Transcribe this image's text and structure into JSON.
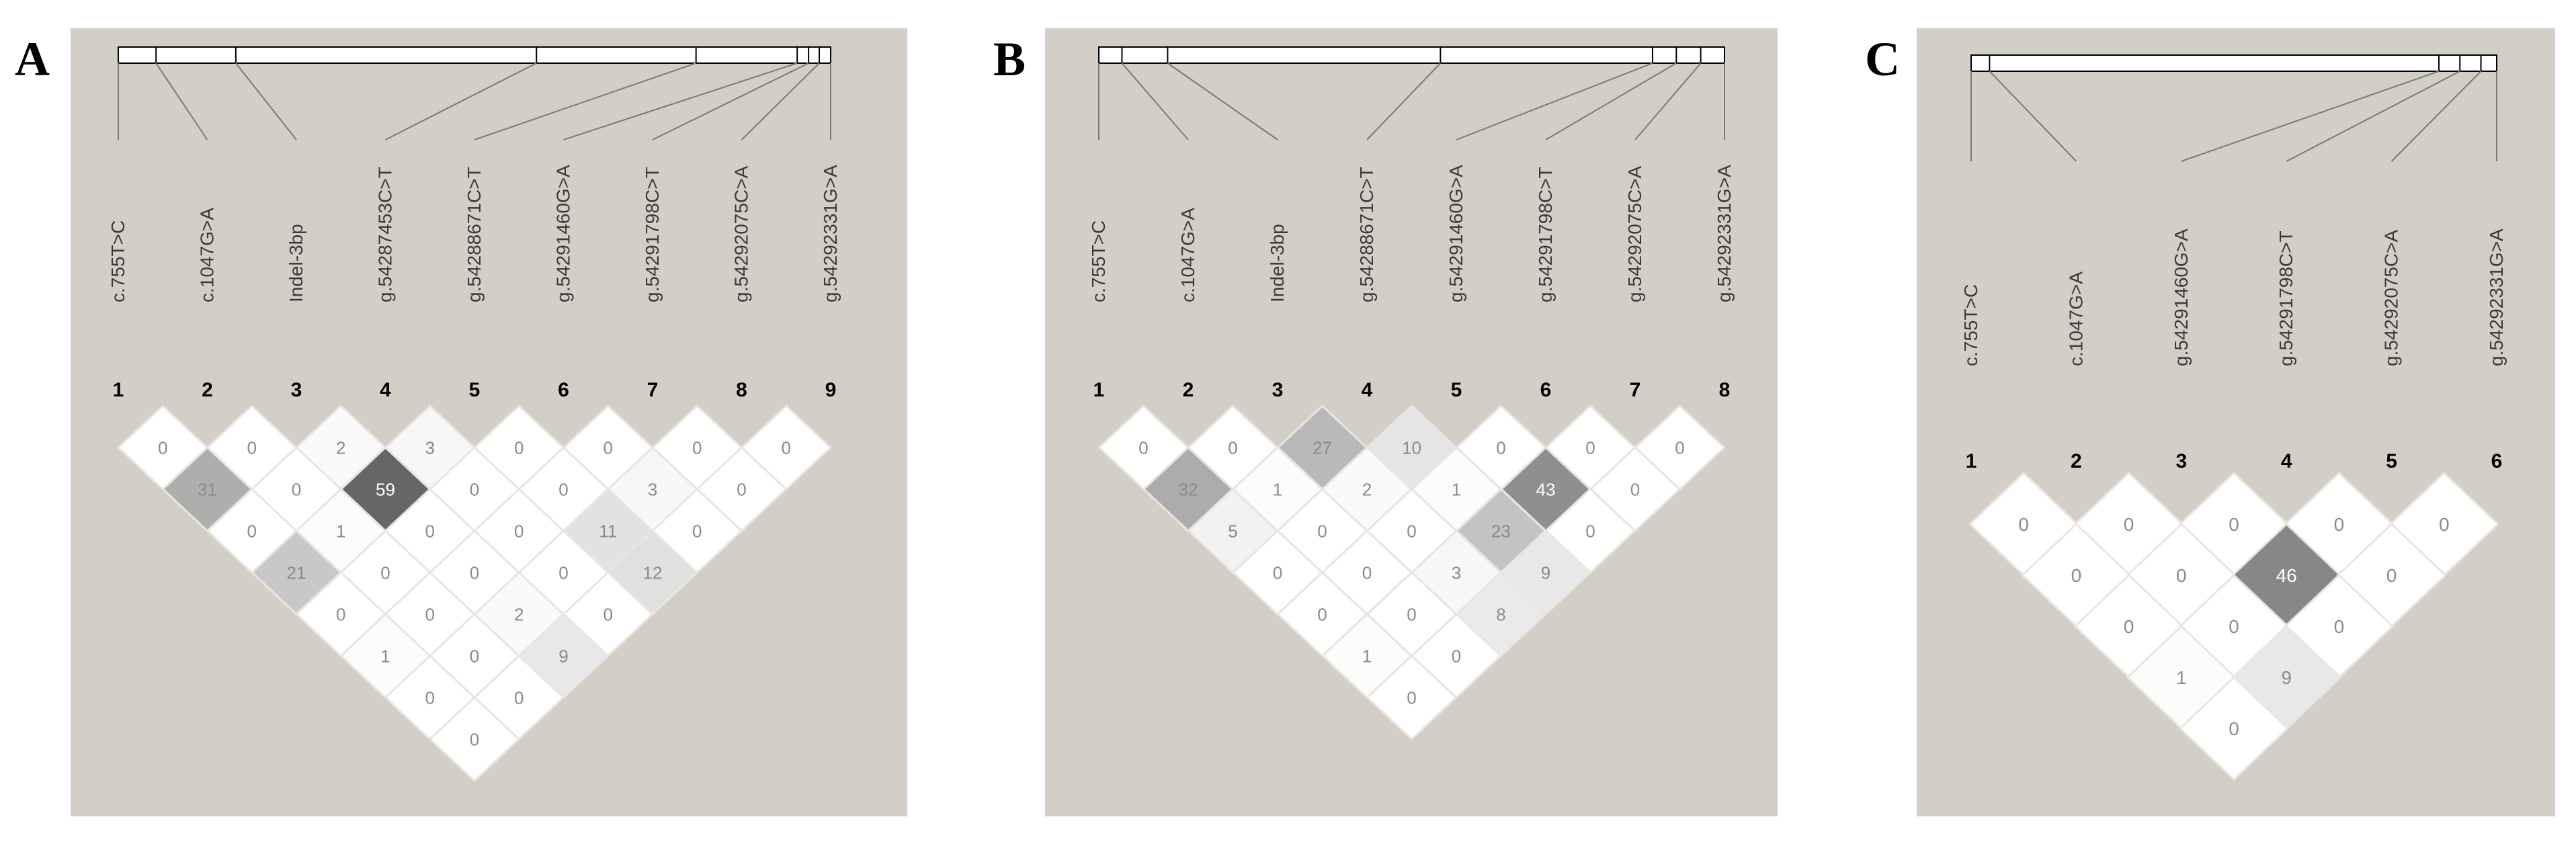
{
  "colors": {
    "panel_background": "#d3cfc7",
    "cell_outline": "#e9e6e0"
  },
  "panels": [
    {
      "letter": "A",
      "markers": [
        "c.755T>C",
        "c.1047G>A",
        "Indel-3bp",
        "g.54287453C>T",
        "g.54288671C>T",
        "g.54291460G>A",
        "g.54291798C>T",
        "g.54292075C>A",
        "g.54292331G>A"
      ],
      "map_ticks": [
        0,
        0.053,
        0.165,
        0.587,
        0.811,
        0.953,
        0.969,
        0.984,
        1.0
      ],
      "ld_rows": [
        [
          0,
          0,
          2,
          3,
          0,
          0,
          0,
          0
        ],
        [
          31,
          0,
          59,
          0,
          0,
          3,
          0
        ],
        [
          0,
          1,
          0,
          0,
          11,
          0
        ],
        [
          21,
          0,
          0,
          0,
          12
        ],
        [
          0,
          0,
          2,
          0
        ],
        [
          1,
          0,
          9
        ],
        [
          0,
          0
        ],
        [
          0
        ]
      ]
    },
    {
      "letter": "B",
      "markers": [
        "c.755T>C",
        "c.1047G>A",
        "Indel-3bp",
        "g.54288671C>T",
        "g.54291460G>A",
        "g.54291798C>T",
        "g.54292075C>A",
        "g.54292331G>A"
      ],
      "map_ticks": [
        0,
        0.037,
        0.11,
        0.546,
        0.885,
        0.923,
        0.962,
        1.0
      ],
      "ld_rows": [
        [
          0,
          0,
          27,
          10,
          0,
          0,
          0
        ],
        [
          32,
          1,
          2,
          1,
          43,
          0
        ],
        [
          5,
          0,
          0,
          23,
          0
        ],
        [
          0,
          0,
          3,
          9
        ],
        [
          0,
          0,
          8
        ],
        [
          1,
          0
        ],
        [
          0
        ]
      ]
    },
    {
      "letter": "C",
      "markers": [
        "c.755T>C",
        "c.1047G>A",
        "g.54291460G>A",
        "g.54291798C>T",
        "g.54292075C>A",
        "g.54292331G>A"
      ],
      "map_ticks": [
        0,
        0.035,
        0.89,
        0.93,
        0.97,
        1.0
      ],
      "ld_rows": [
        [
          0,
          0,
          0,
          0,
          0
        ],
        [
          0,
          0,
          46,
          0
        ],
        [
          0,
          0,
          0
        ],
        [
          1,
          9
        ],
        [
          0
        ]
      ]
    }
  ]
}
